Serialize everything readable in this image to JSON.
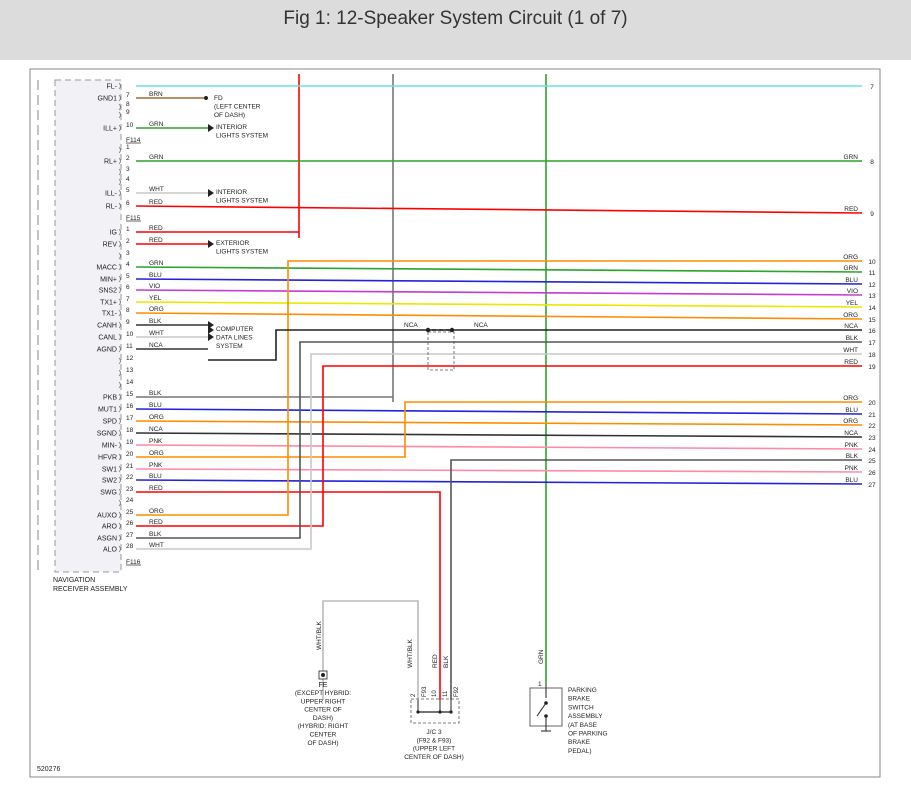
{
  "figure": {
    "title": "Fig 1: 12-Speaker System Circuit (1 of 7)"
  },
  "colors": {
    "BLK": "#222222",
    "RED": "#ff0000",
    "ORG": "#ff8c00",
    "GRN": "#2aa42a",
    "BLU": "#2323d8",
    "VIO": "#c43ccf",
    "YEL": "#e8e800",
    "PNK": "#ff8aa8",
    "WHT": "#c8c8c8",
    "BRN": "#a06a30",
    "NCA": "#222222",
    "GRY": "#9a9a9a",
    "CYAN": "#6be0e8",
    "WHT/BLK": "#bdbdbd"
  },
  "connector_pins": [
    {
      "pin": "FL-",
      "num": "",
      "wire": ""
    },
    {
      "pin": "GND1",
      "num": "7",
      "wire": "BRN"
    },
    {
      "pin": "",
      "num": "8",
      "wire": ""
    },
    {
      "pin": "",
      "num": "9",
      "wire": ""
    },
    {
      "pin": "ILL+",
      "num": "10",
      "wire": "GRN"
    },
    {
      "pin": "",
      "num": "F114",
      "wire": ""
    },
    {
      "pin": "",
      "num": "1",
      "wire": ""
    },
    {
      "pin": "RL+",
      "num": "2",
      "wire": "GRN"
    },
    {
      "pin": "",
      "num": "3",
      "wire": ""
    },
    {
      "pin": "",
      "num": "4",
      "wire": ""
    },
    {
      "pin": "ILL-",
      "num": "5",
      "wire": "WHT"
    },
    {
      "pin": "RL-",
      "num": "6",
      "wire": "RED"
    },
    {
      "pin": "",
      "num": "F115",
      "wire": ""
    },
    {
      "pin": "IG",
      "num": "1",
      "wire": "RED"
    },
    {
      "pin": "REV",
      "num": "2",
      "wire": "RED"
    },
    {
      "pin": "",
      "num": "3",
      "wire": ""
    },
    {
      "pin": "MACC",
      "num": "4",
      "wire": "GRN"
    },
    {
      "pin": "MIN+",
      "num": "5",
      "wire": "BLU"
    },
    {
      "pin": "SNS2",
      "num": "6",
      "wire": "VIO"
    },
    {
      "pin": "TX1+",
      "num": "7",
      "wire": "YEL"
    },
    {
      "pin": "TX1-",
      "num": "8",
      "wire": "ORG"
    },
    {
      "pin": "CANH",
      "num": "9",
      "wire": "BLK"
    },
    {
      "pin": "CANL",
      "num": "10",
      "wire": "WHT"
    },
    {
      "pin": "AGND",
      "num": "11",
      "wire": "NCA"
    },
    {
      "pin": "",
      "num": "12",
      "wire": ""
    },
    {
      "pin": "",
      "num": "13",
      "wire": ""
    },
    {
      "pin": "",
      "num": "14",
      "wire": ""
    },
    {
      "pin": "PKB",
      "num": "15",
      "wire": "BLK"
    },
    {
      "pin": "MUT1",
      "num": "16",
      "wire": "BLU"
    },
    {
      "pin": "SPD",
      "num": "17",
      "wire": "ORG"
    },
    {
      "pin": "SGND",
      "num": "18",
      "wire": "NCA"
    },
    {
      "pin": "MIN-",
      "num": "19",
      "wire": "PNK"
    },
    {
      "pin": "HFVR",
      "num": "20",
      "wire": "ORG"
    },
    {
      "pin": "SW1",
      "num": "21",
      "wire": "PNK"
    },
    {
      "pin": "SW2",
      "num": "22",
      "wire": "BLU"
    },
    {
      "pin": "SWG",
      "num": "23",
      "wire": "RED"
    },
    {
      "pin": "",
      "num": "24",
      "wire": ""
    },
    {
      "pin": "AUXO",
      "num": "25",
      "wire": "ORG"
    },
    {
      "pin": "ARO",
      "num": "26",
      "wire": "RED"
    },
    {
      "pin": "ASGN",
      "num": "27",
      "wire": "BLK"
    },
    {
      "pin": "ALO",
      "num": "28",
      "wire": "WHT"
    },
    {
      "pin": "",
      "num": "F116",
      "wire": ""
    }
  ],
  "right_refs": [
    {
      "label": "",
      "num": "7"
    },
    {
      "label": "GRN",
      "num": "8"
    },
    {
      "label": "RED",
      "num": "9"
    },
    {
      "label": "ORG",
      "num": "10"
    },
    {
      "label": "GRN",
      "num": "11"
    },
    {
      "label": "BLU",
      "num": "12"
    },
    {
      "label": "VIO",
      "num": "13"
    },
    {
      "label": "YEL",
      "num": "14"
    },
    {
      "label": "ORG",
      "num": "15"
    },
    {
      "label": "NCA",
      "num": "16"
    },
    {
      "label": "BLK",
      "num": "17"
    },
    {
      "label": "WHT",
      "num": "18"
    },
    {
      "label": "RED",
      "num": "19"
    },
    {
      "label": "ORG",
      "num": "20"
    },
    {
      "label": "BLU",
      "num": "21"
    },
    {
      "label": "ORG",
      "num": "22"
    },
    {
      "label": "NCA",
      "num": "23"
    },
    {
      "label": "PNK",
      "num": "24"
    },
    {
      "label": "BLK",
      "num": "25"
    },
    {
      "label": "PNK",
      "num": "26"
    },
    {
      "label": "BLU",
      "num": "27"
    }
  ],
  "destinations": [
    {
      "line1": "FD",
      "line2": "(LEFT CENTER",
      "line3": "OF DASH)"
    },
    {
      "line1": "INTERIOR",
      "line2": "LIGHTS SYSTEM"
    },
    {
      "line1": "INTERIOR",
      "line2": "LIGHTS SYSTEM"
    },
    {
      "line1": "EXTERIOR",
      "line2": "LIGHTS SYSTEM"
    },
    {
      "line1": "COMPUTER",
      "line2": "DATA LINES",
      "line3": "SYSTEM"
    }
  ],
  "nca_labels": [
    "NCA",
    "NCA"
  ],
  "receiver_label": [
    "NAVIGATION",
    "RECEIVER ASSEMBLY"
  ],
  "ground": {
    "wire": "WHT/BLK",
    "name": "FE",
    "lines": [
      "(EXCEPT HYBRID:",
      "UPPER RIGHT",
      "CENTER OF",
      "DASH)",
      "(HYBRID: RIGHT",
      "CENTER",
      "OF DASH)"
    ]
  },
  "junction": {
    "wires": [
      "WHT/BLK",
      "RED",
      "BLK"
    ],
    "pins": [
      "2",
      "F93",
      "10",
      "11",
      "F92"
    ],
    "lines": [
      "J/C 3",
      "(F92 & F93)",
      "(UPPER LEFT",
      "CENTER OF DASH)"
    ]
  },
  "brake_switch": {
    "wire": "GRN",
    "pin": "1",
    "lines": [
      "PARKING",
      "BRAKE",
      "SWITCH",
      "ASSEMBLY",
      "(AT BASE",
      "OF PARKING",
      "BRAKE",
      "PEDAL)"
    ]
  },
  "diagram_id": "520276"
}
